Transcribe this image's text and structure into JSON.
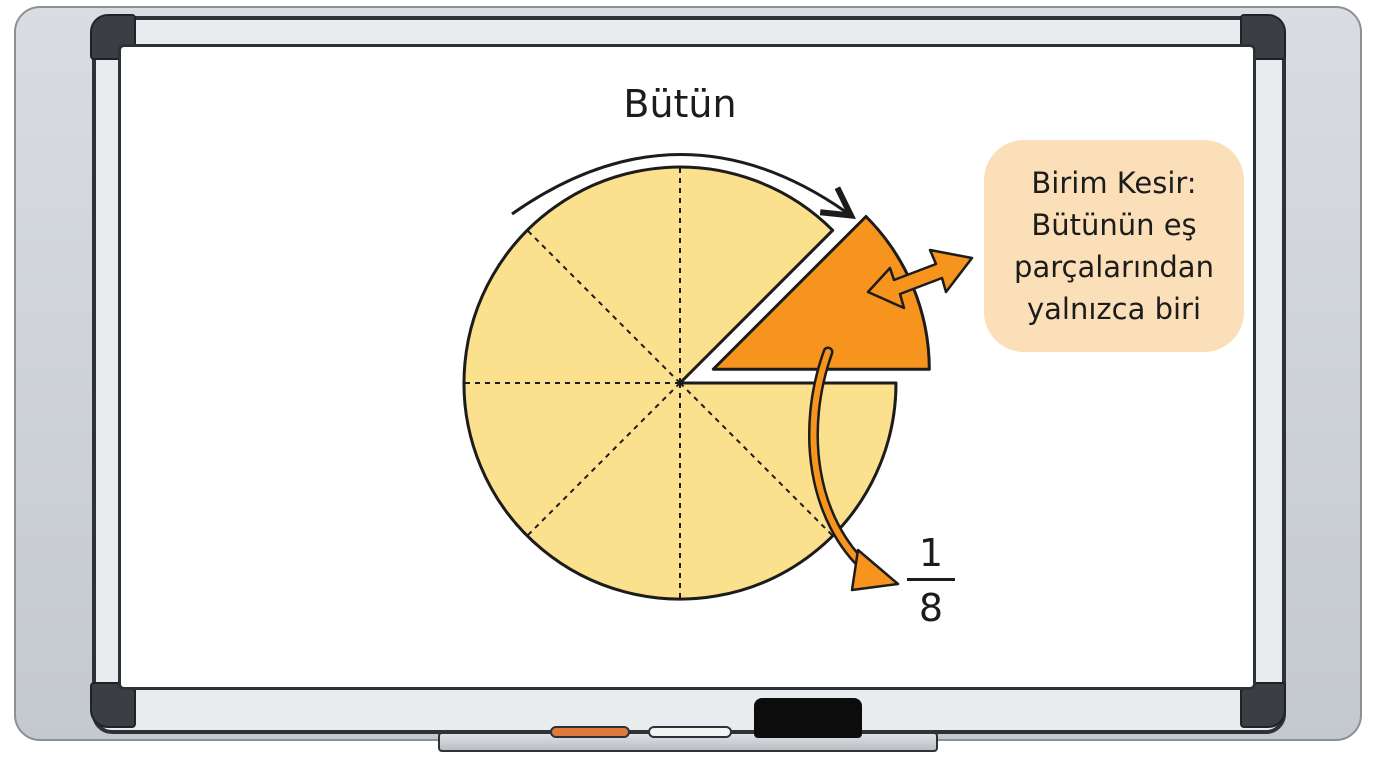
{
  "title": "Bütün",
  "callout": {
    "lines": [
      "Birim Kesir:",
      "Bütünün eş",
      "parçalarından",
      "yalnızca biri"
    ]
  },
  "fraction": {
    "numerator": "1",
    "denominator": "8"
  },
  "colors": {
    "pie_fill": "#fbe08d",
    "slice_fill": "#f7941e",
    "arrow_fill": "#f7941e",
    "callout_bg": "#fbdfb8",
    "outline": "#1c1c1c"
  },
  "pie": {
    "total_parts": 8,
    "removed_parts": 1
  }
}
